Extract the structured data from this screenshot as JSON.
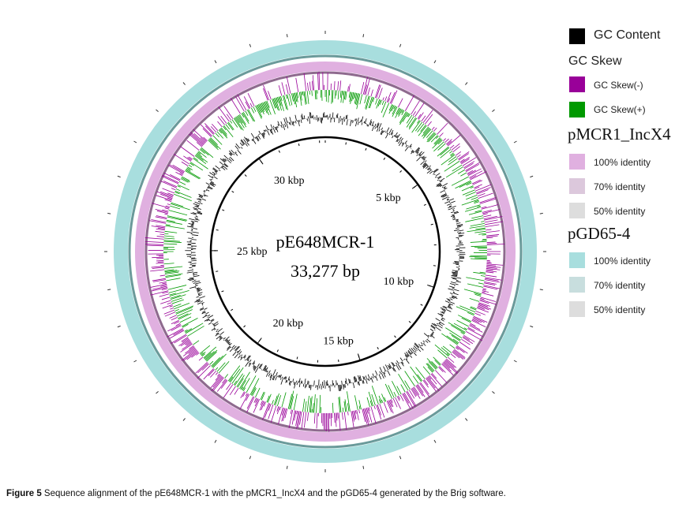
{
  "plasmid": {
    "name": "pE648MCR-1",
    "length_label": "33,277 bp",
    "length_bp": 33277
  },
  "tick_labels": [
    {
      "label": "5 kbp",
      "position_bp": 5000
    },
    {
      "label": "10 kbp",
      "position_bp": 10000
    },
    {
      "label": "15 kbp",
      "position_bp": 15000
    },
    {
      "label": "20 kbp",
      "position_bp": 20000
    },
    {
      "label": "25 kbp",
      "position_bp": 25000
    },
    {
      "label": "30 kbp",
      "position_bp": 30000
    }
  ],
  "legend": {
    "gc_content": {
      "label": "GC Content",
      "color": "#000000"
    },
    "gc_skew_title": "GC Skew",
    "gc_skew_neg": {
      "label": "GC Skew(-)",
      "color": "#990099"
    },
    "gc_skew_pos": {
      "label": "GC Skew(+)",
      "color": "#009900"
    },
    "ref1": {
      "title": "pMCR1_IncX4",
      "items": [
        {
          "label": "100% identity",
          "color": "#e0b0e0"
        },
        {
          "label": "70% identity",
          "color": "#dcc8dc"
        },
        {
          "label": "50% identity",
          "color": "#dddddd"
        }
      ]
    },
    "ref2": {
      "title": "pGD65-4",
      "items": [
        {
          "label": "100% identity",
          "color": "#a8dede"
        },
        {
          "label": "70% identity",
          "color": "#c8dede"
        },
        {
          "label": "50% identity",
          "color": "#dddddd"
        }
      ]
    }
  },
  "caption": {
    "label": "Figure 5",
    "text": " Sequence alignment of the pE648MCR-1 with the pMCR1_IncX4 and the pGD65-4 generated by the Brig software."
  }
}
